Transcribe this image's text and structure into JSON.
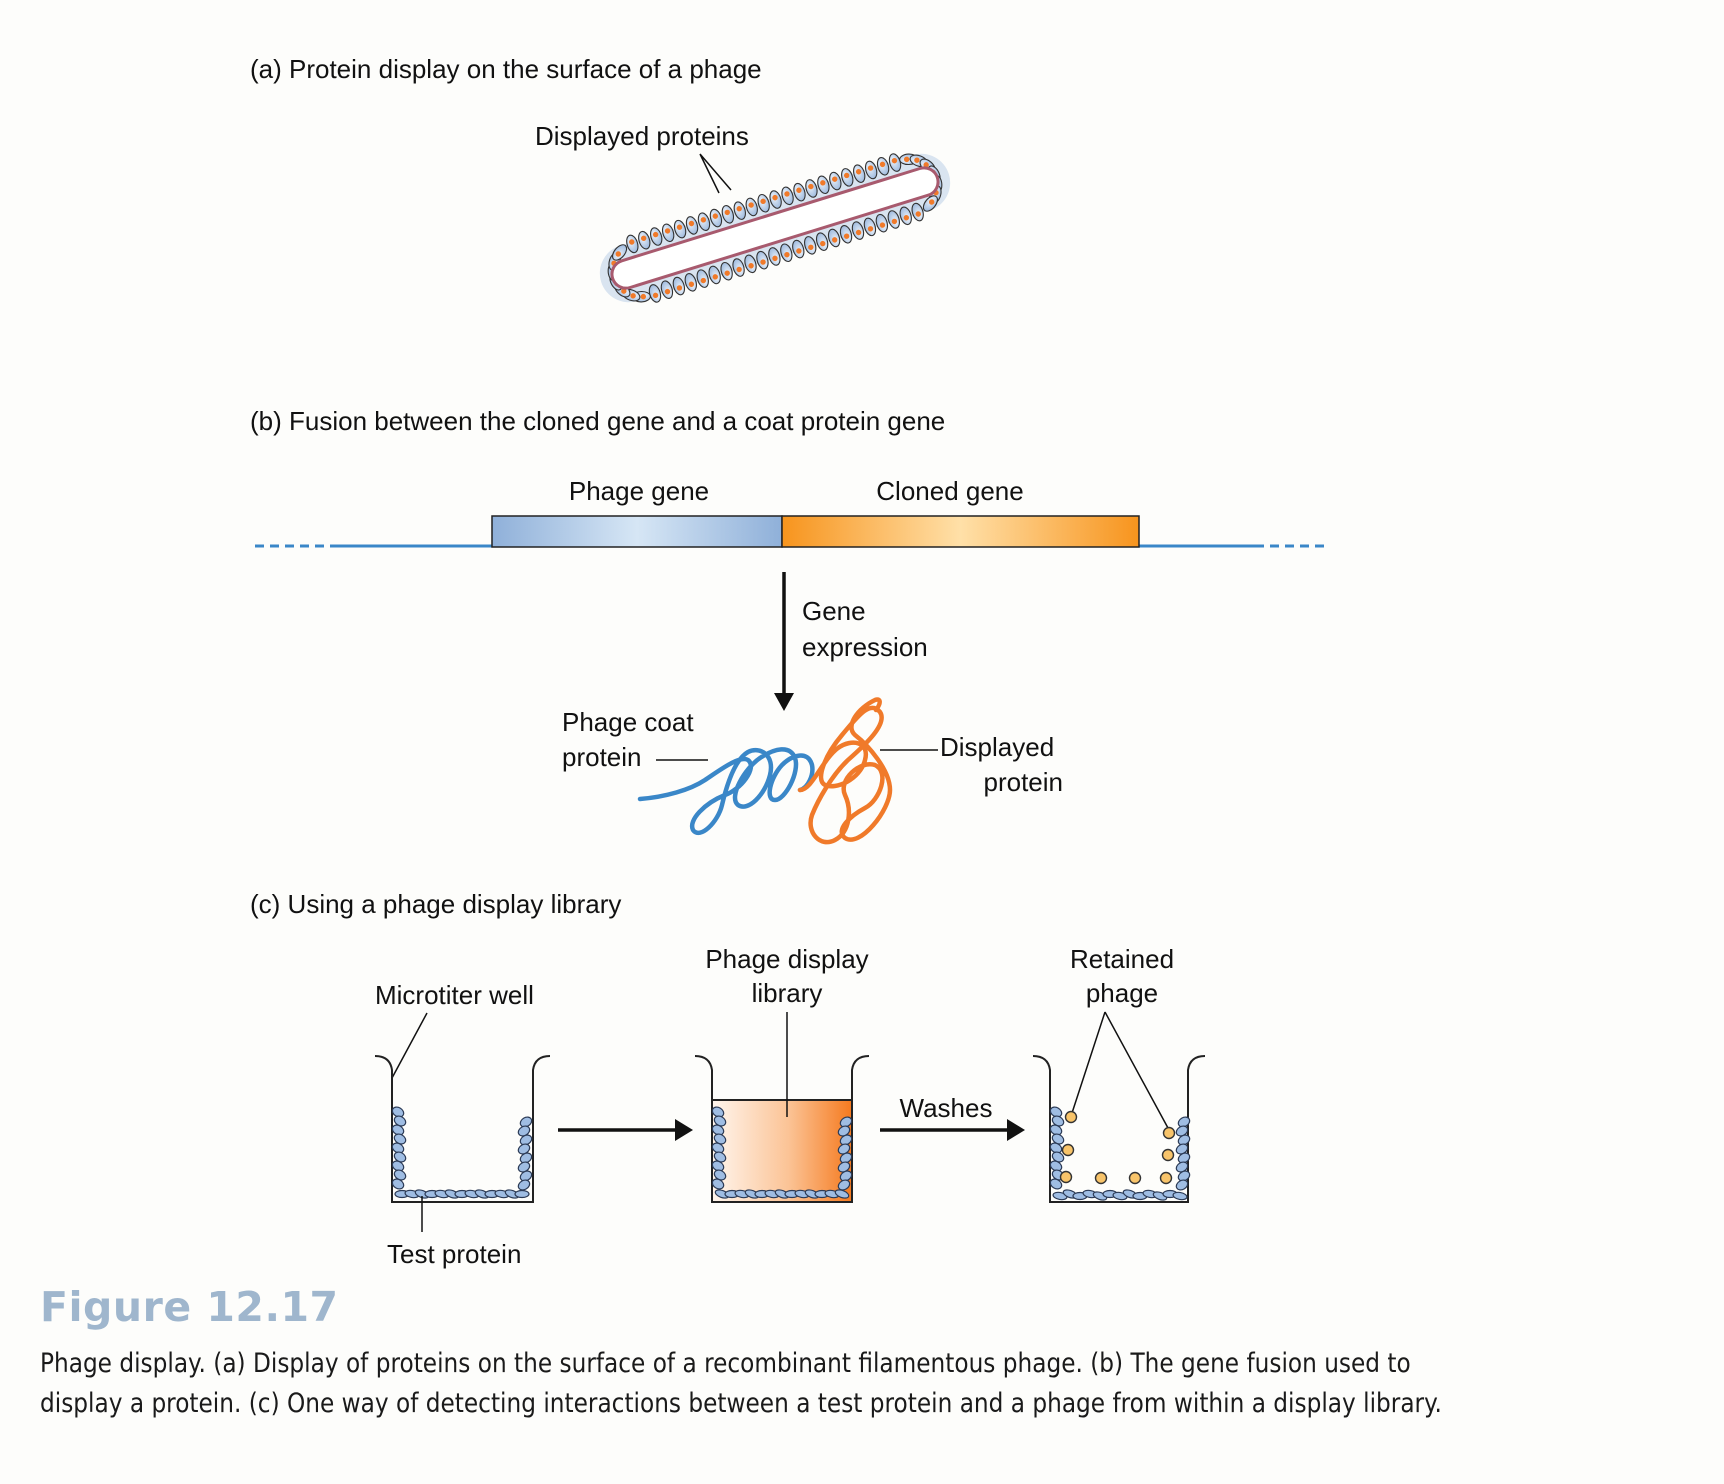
{
  "panel_a": {
    "title": "(a) Protein display on the surface of a phage",
    "displayed_proteins_label": "Displayed proteins"
  },
  "panel_b": {
    "title": "(b) Fusion between the cloned gene and a coat protein gene",
    "phage_gene_label": "Phage gene",
    "cloned_gene_label": "Cloned gene",
    "gene_expression_line1": "Gene",
    "gene_expression_line2": "expression",
    "phage_coat_line1": "Phage coat",
    "phage_coat_line2": "protein",
    "displayed_protein_line1": "Displayed",
    "displayed_protein_line2": "protein"
  },
  "panel_c": {
    "title": "(c) Using a phage display library",
    "microtiter_well_label": "Microtiter well",
    "test_protein_label": "Test protein",
    "library_line1": "Phage display",
    "library_line2": "library",
    "washes_label": "Washes",
    "retained_line1": "Retained",
    "retained_line2": "phage"
  },
  "colors": {
    "phage_blue": "#3a87c8",
    "displayed_orange": "#f07a2a",
    "coat_protein_fill": "#b6cbe6",
    "figure_title": "#9fb6cd"
  },
  "figure": {
    "title": "Figure 12.17",
    "caption": "Phage display. (a) Display of proteins on the surface of a recombinant filamentous phage. (b) The gene fusion used to display a protein. (c) One way of detecting interactions between a test protein and a phage from within a display library."
  }
}
